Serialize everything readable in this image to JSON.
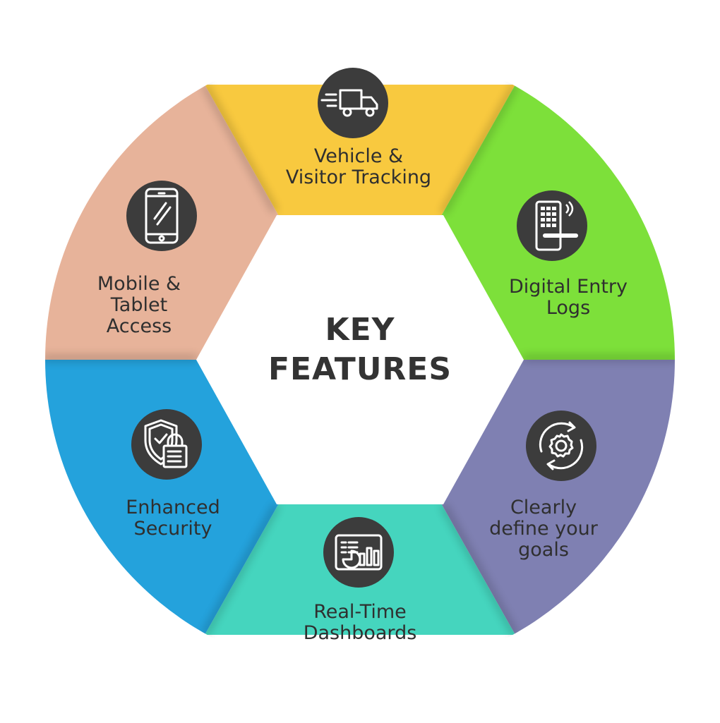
{
  "center": {
    "line1": "KEY",
    "line2": "FEATURES"
  },
  "segments": [
    {
      "id": "vehicle",
      "color": "#F8C93F",
      "icon": "delivery-truck-icon",
      "lines": [
        "Vehicle &",
        "Visitor Tracking"
      ]
    },
    {
      "id": "digital-entry",
      "color": "#7DE03A",
      "icon": "keypad-door-lock-icon",
      "lines": [
        "Digital Entry",
        "Logs"
      ]
    },
    {
      "id": "goals",
      "color": "#7F80B2",
      "icon": "gear-cycle-icon",
      "lines": [
        "Clearly",
        "define your",
        "goals"
      ]
    },
    {
      "id": "dashboards",
      "color": "#45D5BE",
      "icon": "dashboard-chart-icon",
      "lines": [
        "Real-Time",
        "Dashboards"
      ]
    },
    {
      "id": "security",
      "color": "#24A2DC",
      "icon": "shield-lock-icon",
      "lines": [
        "Enhanced",
        "Security"
      ]
    },
    {
      "id": "mobile",
      "color": "#E7B39A",
      "icon": "smartphone-icon",
      "lines": [
        "Mobile &",
        "Tablet",
        "Access"
      ]
    }
  ],
  "colors": {
    "icon_bg": "#3C3C3C",
    "icon_fg": "#FFFFFF",
    "text": "#2F2F2F",
    "center_bg": "#FFFFFF"
  }
}
